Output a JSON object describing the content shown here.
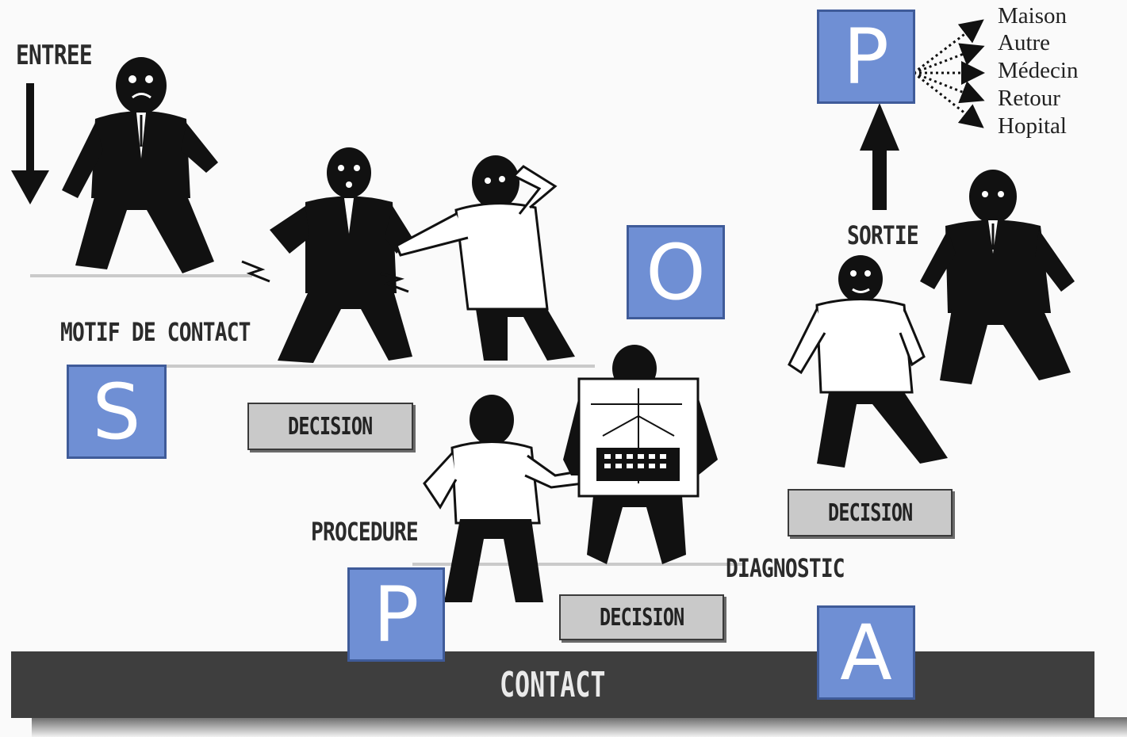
{
  "labels": {
    "entree": "ENTREE",
    "motif": "MOTIF DE CONTACT",
    "procedure": "PROCEDURE",
    "diagnostic": "DIAGNOSTIC",
    "sortie": "SORTIE",
    "contact": "CONTACT"
  },
  "decisions": [
    "DECISION",
    "DECISION",
    "DECISION"
  ],
  "soap": {
    "s": "S",
    "o": "O",
    "a": "A",
    "p_bottom": "P",
    "p_top": "P"
  },
  "outcomes": [
    "Maison",
    "Autre",
    "Médecin",
    "Retour",
    "Hopital"
  ],
  "colors": {
    "soap_box": "#6f8fd4",
    "soap_border": "#3f5b99",
    "figure": "#111111",
    "decision_fill": "#c9c9c9",
    "contact_bar": "#3e3e3e"
  }
}
